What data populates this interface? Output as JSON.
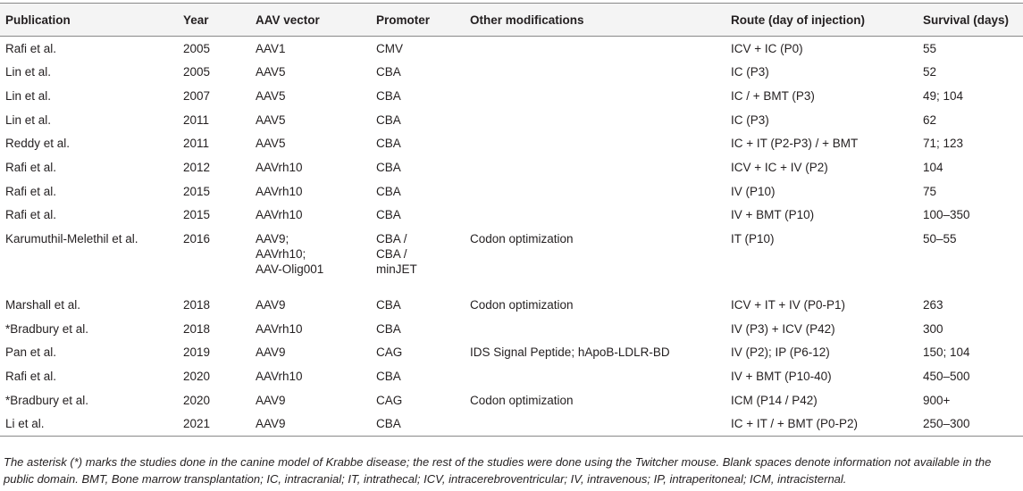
{
  "headers": {
    "publication": "Publication",
    "year": "Year",
    "vector": "AAV vector",
    "promoter": "Promoter",
    "other": "Other modifications",
    "route": "Route (day of injection)",
    "survival": "Survival (days)"
  },
  "rows": [
    {
      "publication": "Rafi et al.",
      "year": "2005",
      "vector": "AAV1",
      "promoter": "CMV",
      "other": "",
      "route": "ICV + IC (P0)",
      "survival": "55"
    },
    {
      "publication": "Lin et al.",
      "year": "2005",
      "vector": "AAV5",
      "promoter": "CBA",
      "other": "",
      "route": "IC (P3)",
      "survival": "52"
    },
    {
      "publication": "Lin et al.",
      "year": "2007",
      "vector": "AAV5",
      "promoter": "CBA",
      "other": "",
      "route": "IC / + BMT (P3)",
      "survival": "49; 104"
    },
    {
      "publication": "Lin et al.",
      "year": "2011",
      "vector": "AAV5",
      "promoter": "CBA",
      "other": "",
      "route": "IC (P3)",
      "survival": "62"
    },
    {
      "publication": "Reddy et al.",
      "year": "2011",
      "vector": "AAV5",
      "promoter": "CBA",
      "other": "",
      "route": "IC + IT (P2-P3) / + BMT",
      "survival": "71; 123"
    },
    {
      "publication": "Rafi et al.",
      "year": "2012",
      "vector": "AAVrh10",
      "promoter": "CBA",
      "other": "",
      "route": "ICV + IC + IV (P2)",
      "survival": "104"
    },
    {
      "publication": "Rafi et al.",
      "year": "2015",
      "vector": "AAVrh10",
      "promoter": "CBA",
      "other": "",
      "route": "IV (P10)",
      "survival": "75"
    },
    {
      "publication": "Rafi et al.",
      "year": "2015",
      "vector": "AAVrh10",
      "promoter": "CBA",
      "other": "",
      "route": "IV + BMT (P10)",
      "survival": "100–350"
    },
    {
      "publication": "Karumuthil-Melethil et al.",
      "year": "2016",
      "vector": "AAV9;\nAAVrh10;\nAAV-Olig001",
      "promoter": "CBA /\nCBA /\nminJET",
      "other": "Codon optimization",
      "route": "IT (P10)",
      "survival": "50–55"
    },
    {
      "publication": "Marshall et al.",
      "year": "2018",
      "vector": "AAV9",
      "promoter": "CBA",
      "other": "Codon optimization",
      "route": "ICV + IT + IV (P0-P1)",
      "survival": "263"
    },
    {
      "publication": "*Bradbury et al.",
      "year": "2018",
      "vector": "AAVrh10",
      "promoter": "CBA",
      "other": "",
      "route": "IV (P3) + ICV (P42)",
      "survival": "300"
    },
    {
      "publication": "Pan et al.",
      "year": "2019",
      "vector": "AAV9",
      "promoter": "CAG",
      "other": "IDS Signal Peptide; hApoB-LDLR-BD",
      "route": "IV (P2); IP (P6-12)",
      "survival": "150; 104"
    },
    {
      "publication": "Rafi et al.",
      "year": "2020",
      "vector": "AAVrh10",
      "promoter": "CBA",
      "other": "",
      "route": "IV + BMT (P10-40)",
      "survival": "450–500"
    },
    {
      "publication": "*Bradbury et al.",
      "year": "2020",
      "vector": "AAV9",
      "promoter": "CAG",
      "other": "Codon optimization",
      "route": "ICM (P14 / P42)",
      "survival": "900+"
    },
    {
      "publication": "Li et al.",
      "year": "2021",
      "vector": "AAV9",
      "promoter": "CBA",
      "other": "",
      "route": "IC + IT / + BMT (P0-P2)",
      "survival": "250–300"
    }
  ],
  "footnote": "The asterisk (*) marks the studies done in the canine model of Krabbe disease; the rest of the studies were done using the Twitcher mouse. Blank spaces denote information not available in the public domain. BMT, Bone marrow transplantation; IC, intracranial; IT, intrathecal; ICV, intracerebroventricular; IV, intravenous; IP, intraperitoneal; ICM, intracisternal."
}
